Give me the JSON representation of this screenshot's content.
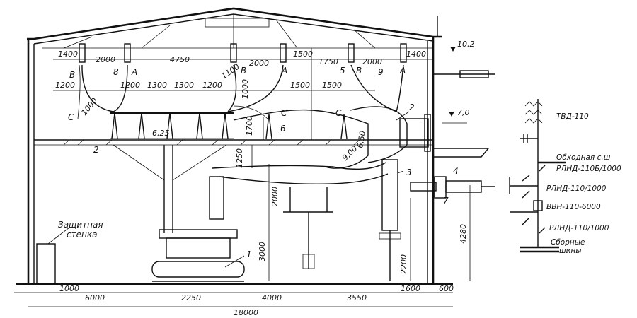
{
  "elevations": {
    "top": "10,2",
    "mid": "7,0"
  },
  "top_dims": [
    "1400",
    "2000",
    "4750",
    "2000",
    "1500",
    "1750",
    "2000",
    "1400"
  ],
  "row2_dims": [
    "1200",
    "1200",
    "1300",
    "1300",
    "1200",
    "1500",
    "1500"
  ],
  "vertical_dims": [
    "1100",
    "1000",
    "1700",
    "1250",
    "2000",
    "3000",
    "2200",
    "4280"
  ],
  "misc_dims": [
    "1000",
    "6,25",
    "9,00",
    "6,50"
  ],
  "phase_labels": {
    "b": "В",
    "a": "А",
    "c": "С"
  },
  "callouts": [
    "1",
    "2",
    "3",
    "4",
    "5",
    "6",
    "7",
    "8",
    "9"
  ],
  "bottom_dims": [
    "1000",
    "6000",
    "2250",
    "4000",
    "3550",
    "1600",
    "600"
  ],
  "total_dim": "18000",
  "wall_label_line1": "Защитная",
  "wall_label_line2": "стенка",
  "schematic": {
    "tvd": "ТВД-110",
    "bypass": "Обходная с.ш",
    "rlnd_b": "РЛНД-110Б/1000",
    "rlnd_1": "РЛНД-110/1000",
    "vvn": "ВВН-110-6000",
    "rlnd_2": "РЛНД-110/1000",
    "bus_line1": "Сборные",
    "bus_line2": "шины"
  }
}
